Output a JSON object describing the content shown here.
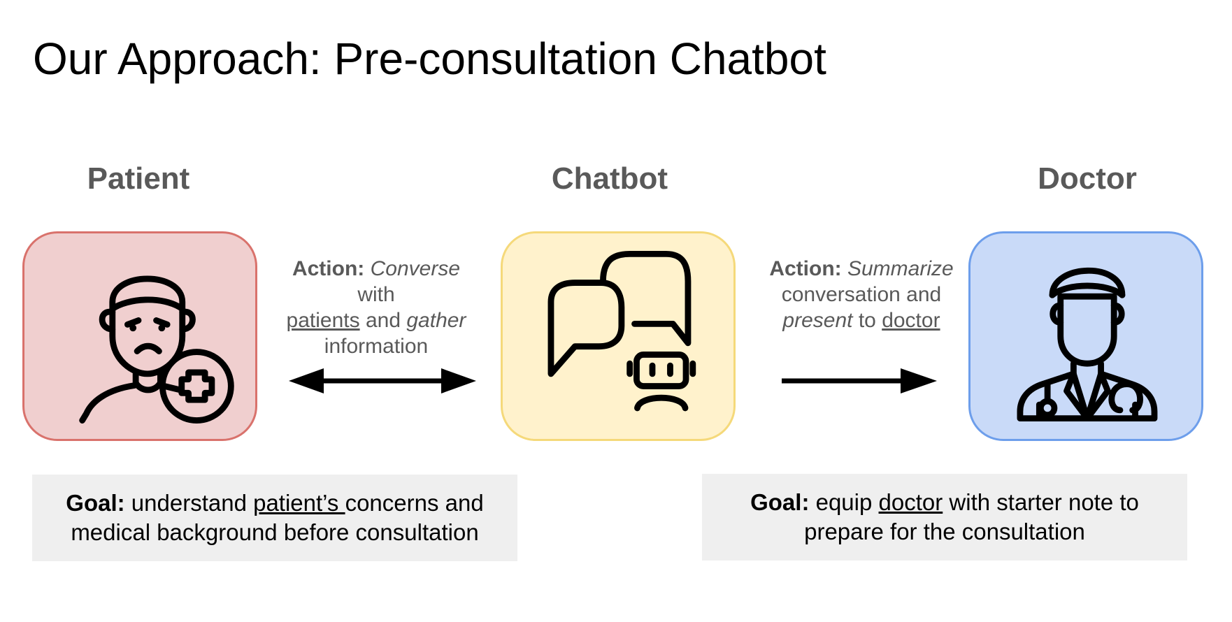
{
  "title": "Our Approach: Pre-consultation Chatbot",
  "roles": {
    "patient": "Patient",
    "chatbot": "Chatbot",
    "doctor": "Doctor"
  },
  "colors": {
    "patient_fill": "#f0cfcf",
    "patient_border": "#d9726c",
    "chatbot_fill": "#fff2cc",
    "chatbot_border": "#f5d97a",
    "doctor_fill": "#c9daf8",
    "doctor_border": "#6d9eeb",
    "label_gray": "#595959",
    "goal_bg": "#efefef"
  },
  "icons": {
    "patient": "sick-patient-with-medical-cross-icon",
    "chatbot": "chat-bubbles-with-robot-icon",
    "doctor": "doctor-with-stethoscope-icon"
  },
  "action_left": {
    "prefix": "Action:",
    "word1": "Converse",
    "word2": " with",
    "word3": "patients",
    "word4": " and ",
    "word5": "gather",
    "word6": "information"
  },
  "action_right": {
    "prefix": "Action:",
    "word1": "Summarize",
    "word2": "conversation and",
    "word3": "present",
    "word4": " to ",
    "word5": "doctor"
  },
  "goal_left": {
    "prefix": "Goal:",
    "text1": " understand ",
    "underlined": "patient’s ",
    "text2": "concerns and",
    "text3": "medical background before consultation"
  },
  "goal_right": {
    "prefix": "Goal:",
    "text1": " equip ",
    "underlined": "doctor",
    "text2": " with starter note to",
    "text3": "prepare for the consultation"
  }
}
